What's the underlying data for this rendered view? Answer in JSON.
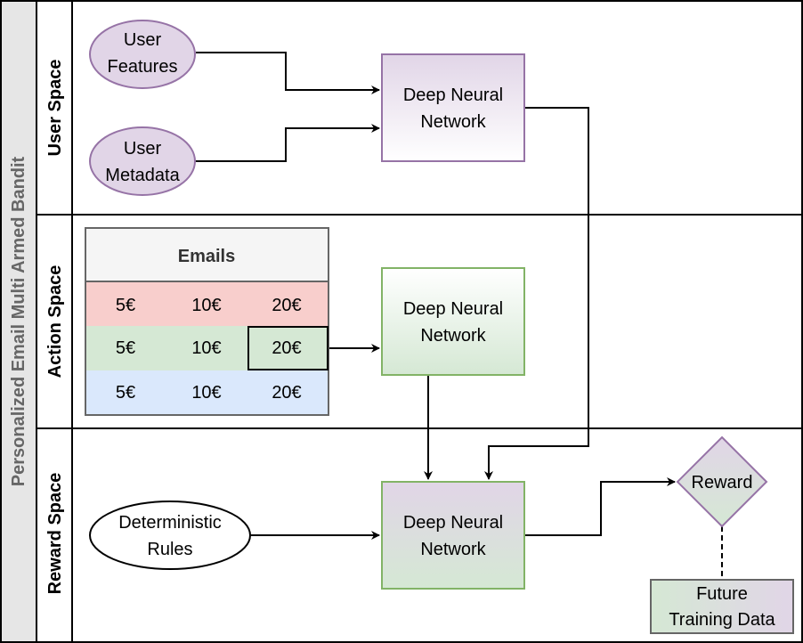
{
  "pool": {
    "title": "Personalized Email Multi Armed Bandit"
  },
  "lanes": {
    "user": "User Space",
    "action": "Action Space",
    "reward": "Reward Space"
  },
  "user_space": {
    "features_line1": "User",
    "features_line2": "Features",
    "metadata_line1": "User",
    "metadata_line2": "Metadata",
    "dnn_line1": "Deep Neural",
    "dnn_line2": "Network"
  },
  "action_space": {
    "table_title": "Emails",
    "rows": [
      [
        "5€",
        "10€",
        "20€"
      ],
      [
        "5€",
        "10€",
        "20€"
      ],
      [
        "5€",
        "10€",
        "20€"
      ]
    ],
    "row_colors": [
      "#f8cecc",
      "#d5e8d4",
      "#dae8fc"
    ],
    "selected_cell": "20€",
    "dnn_line1": "Deep Neural",
    "dnn_line2": "Network"
  },
  "reward_space": {
    "rules_line1": "Deterministic",
    "rules_line2": "Rules",
    "dnn_line1": "Deep Neural",
    "dnn_line2": "Network",
    "reward": "Reward",
    "training_line1": "Future",
    "training_line2": "Training Data"
  },
  "colors": {
    "purple_stroke": "#9673a6",
    "purple_fill": "#e1d5e7",
    "green_stroke": "#82b366",
    "green_fill": "#d5e8d4"
  }
}
